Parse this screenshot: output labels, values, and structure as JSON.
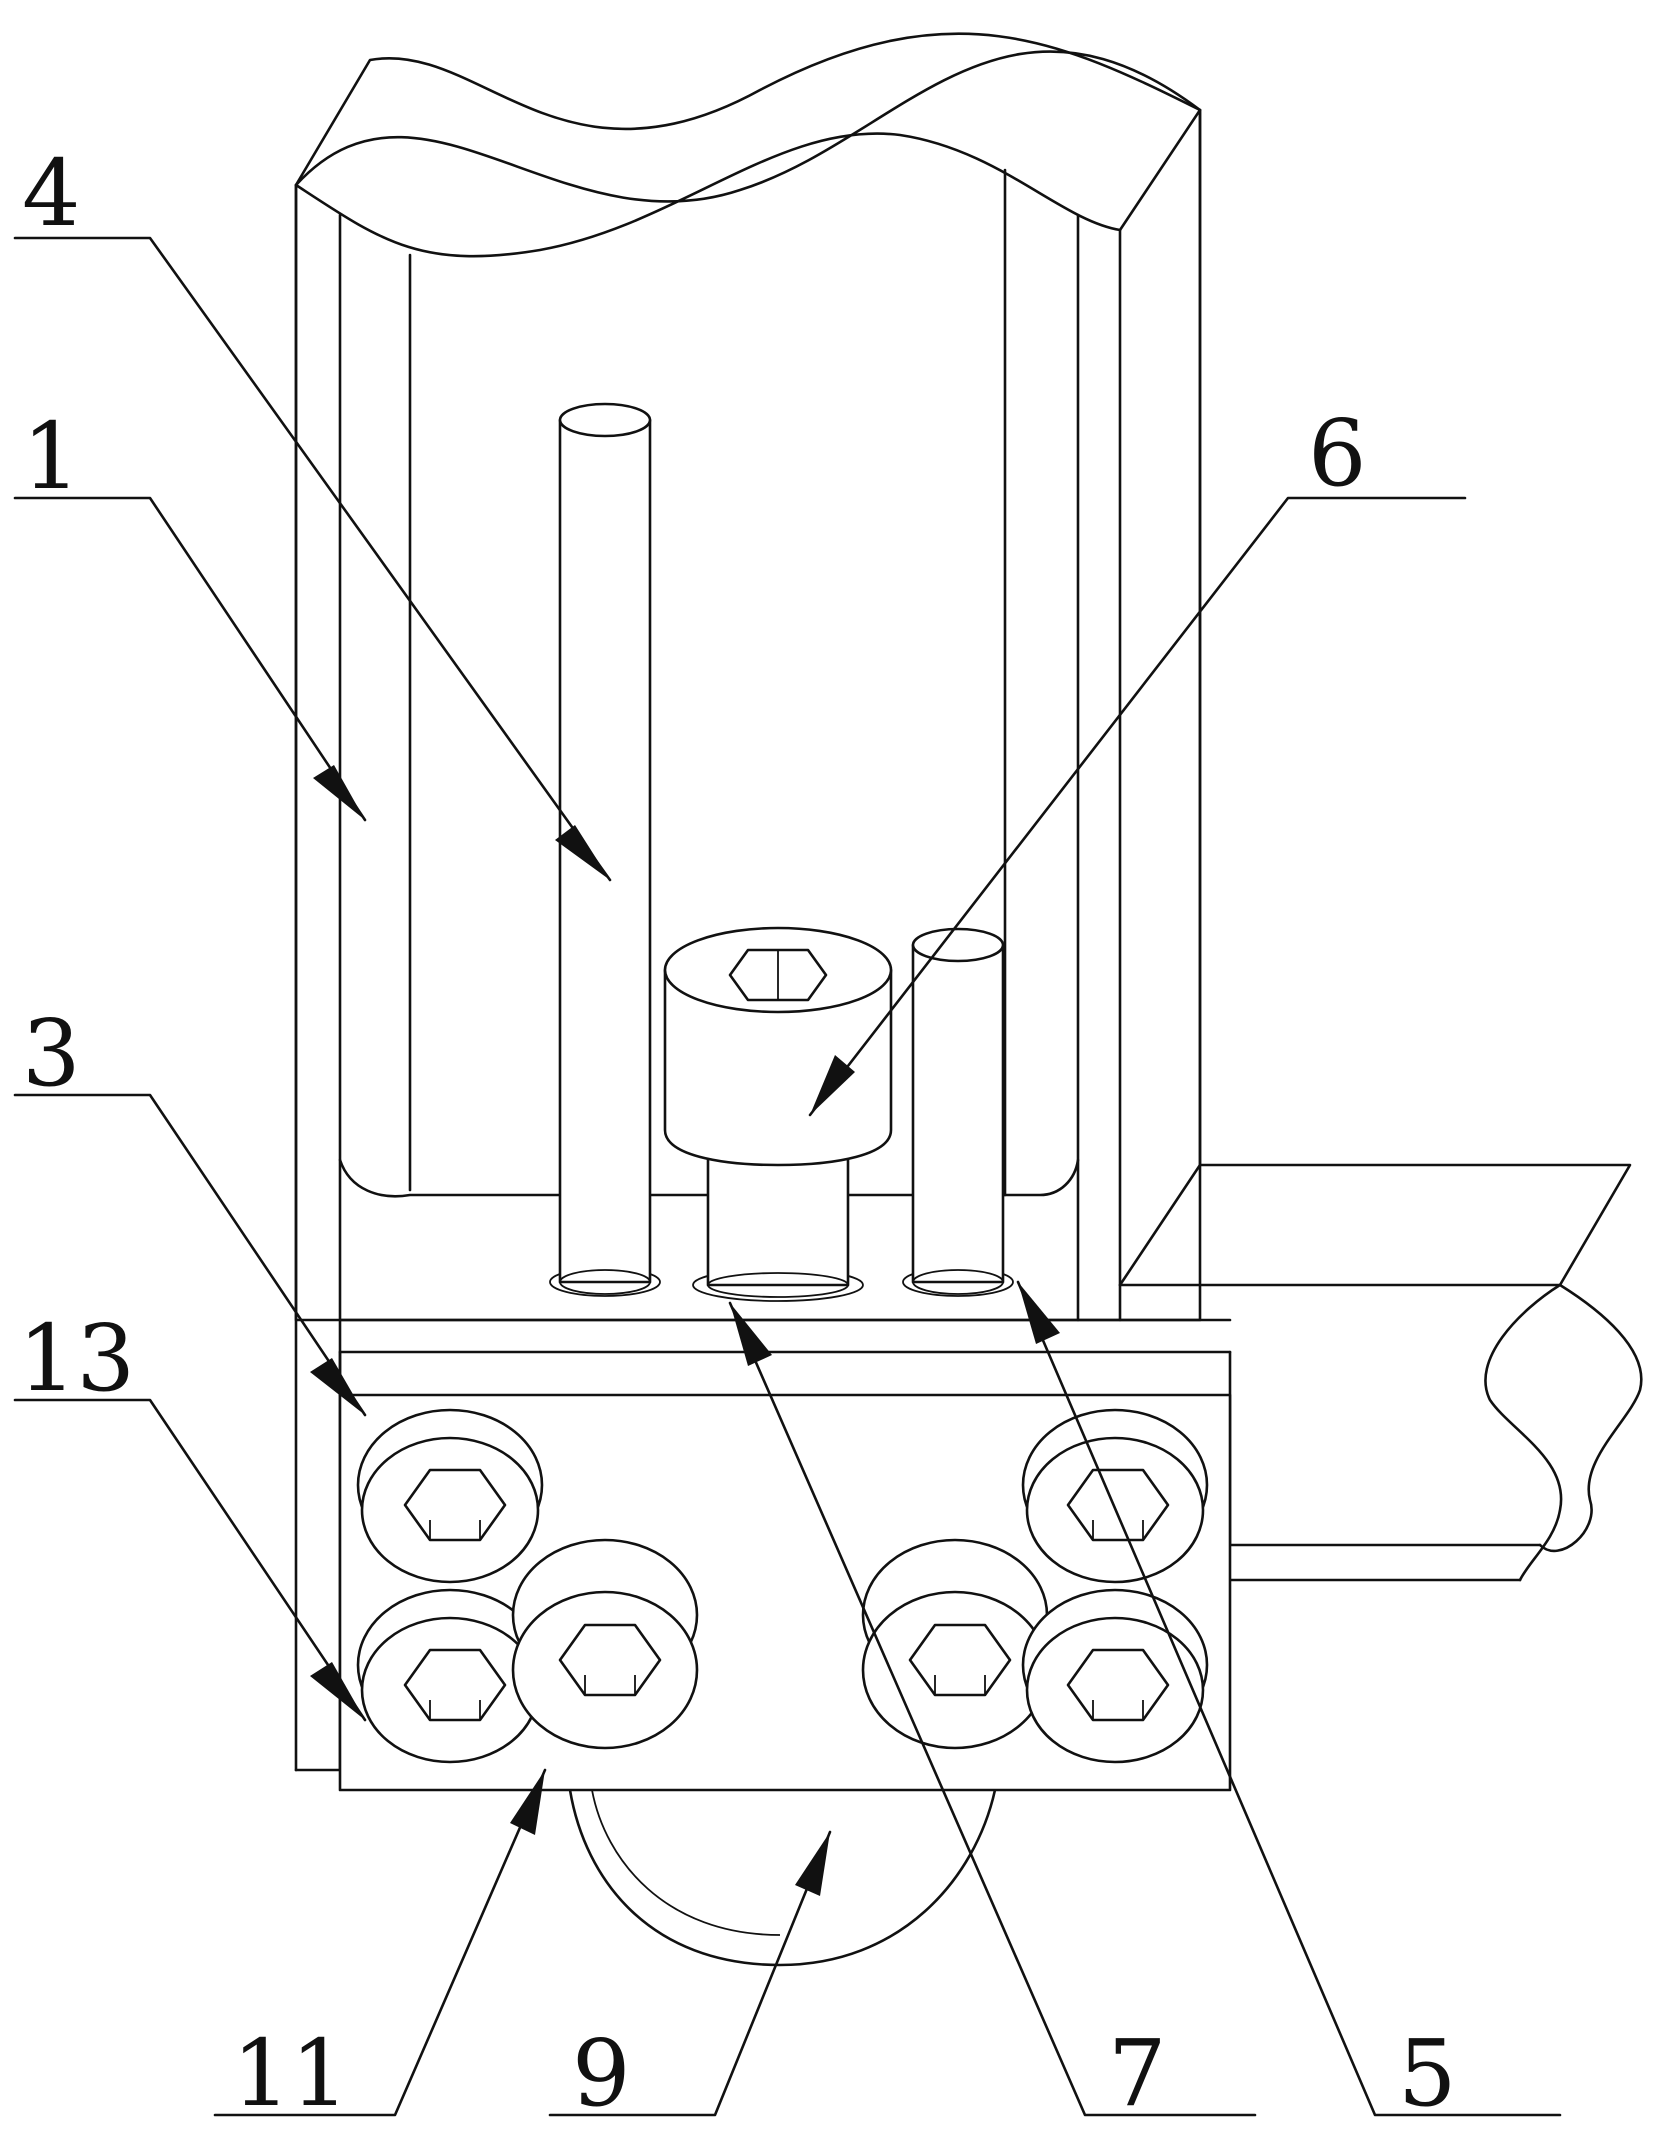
{
  "figure": {
    "labels": [
      {
        "id": "label-1",
        "text": "1"
      },
      {
        "id": "label-3",
        "text": "3"
      },
      {
        "id": "label-4",
        "text": "4"
      },
      {
        "id": "label-5",
        "text": "5"
      },
      {
        "id": "label-6",
        "text": "6"
      },
      {
        "id": "label-7",
        "text": "7"
      },
      {
        "id": "label-9",
        "text": "9"
      },
      {
        "id": "label-11",
        "text": "11"
      },
      {
        "id": "label-13",
        "text": "13"
      }
    ]
  },
  "colors": {
    "line": "#111111",
    "background": "#ffffff"
  }
}
